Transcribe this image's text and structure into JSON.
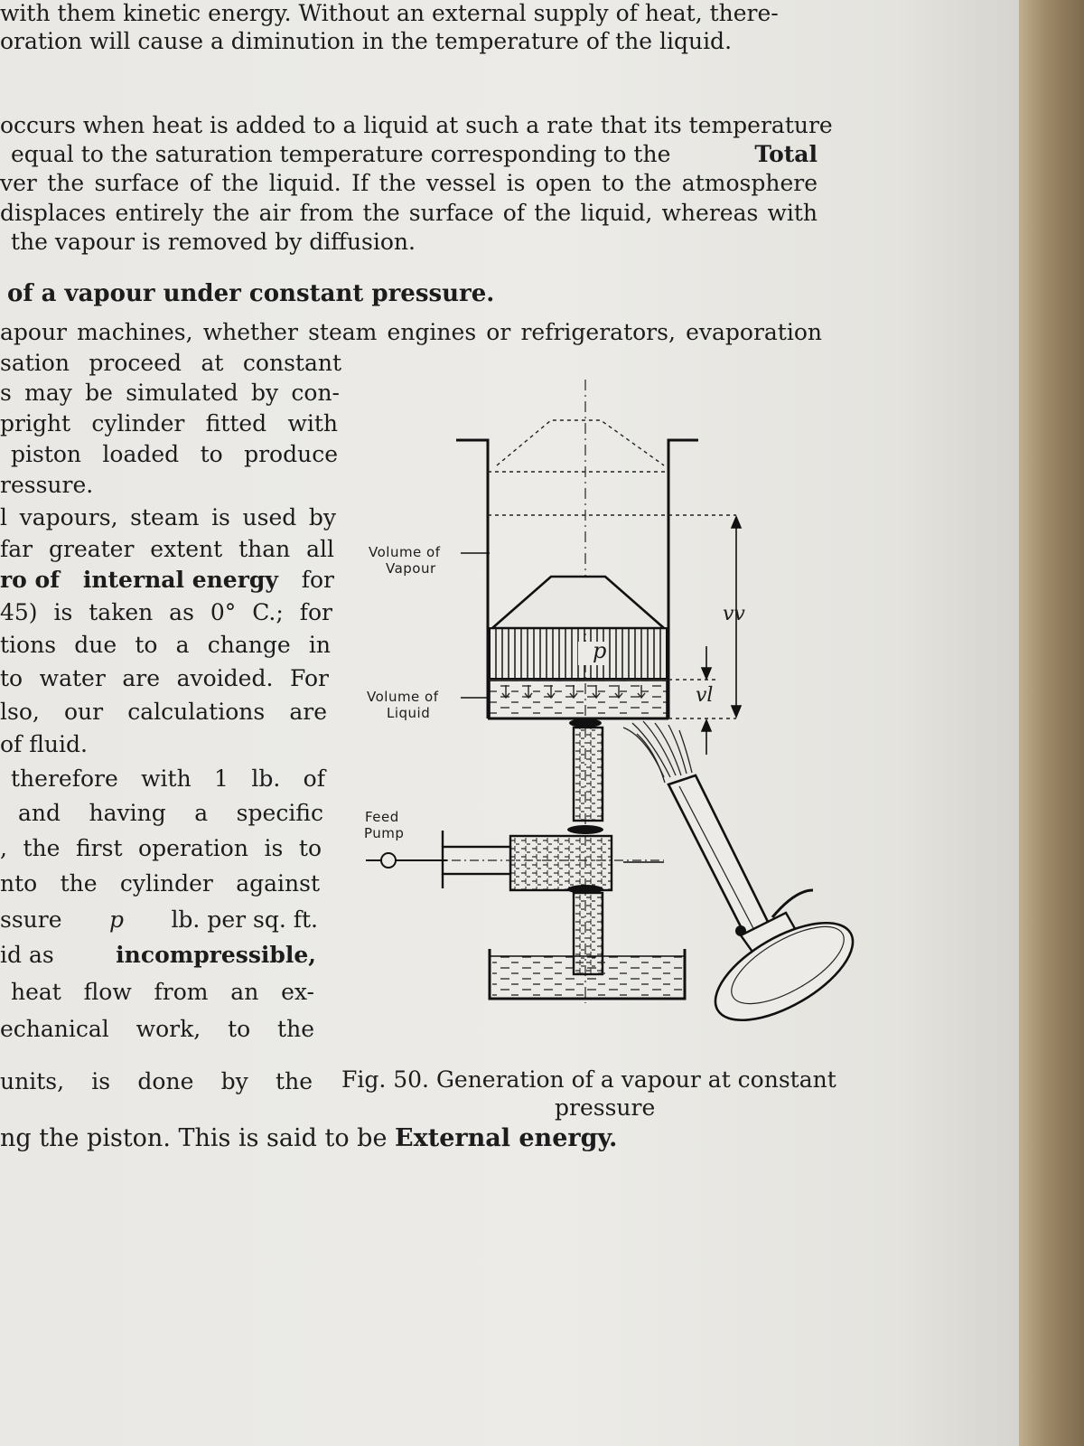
{
  "lines": {
    "l1": "with them kinetic energy.  Without an external supply of heat, there-",
    "l2": "oration will cause a diminution in the temperature of the liquid.",
    "l3": "occurs when heat is added to a liquid at such a rate that its temperature",
    "l4a": "equal to the saturation temperature corresponding to the",
    "l4b": "Total",
    "l5": "ver the surface of the liquid. If the vessel is open to the atmosphere",
    "l6": "displaces entirely the air from the surface of the liquid, whereas with",
    "l7": "the vapour is removed by diffusion.",
    "heading": "of a vapour under constant pressure.",
    "l8": "apour machines, whether steam engines or refrigerators, evaporation",
    "c1": "sation proceed at constant",
    "c2": "s may be simulated by con-",
    "c3": "pright cylinder fitted with",
    "c4": "piston loaded to produce",
    "c5": "ressure.",
    "c6": "l vapours, steam is used by",
    "c7": "far greater extent than all",
    "c8a": "ro of",
    "c8b": "internal energy",
    "c8c": "for",
    "c9": "45) is taken as 0° C.; for",
    "c10": "tions due to a change in",
    "c11": "to water are avoided. For",
    "c12": "lso, our calculations are",
    "c13": "of fluid.",
    "c14": "therefore with 1 lb. of",
    "c15": "and having a specific",
    "c16": ", the first operation is to",
    "c17": "nto the cylinder against",
    "c18a": "ssure",
    "c18b": "p",
    "c18c": "lb. per sq. ft.",
    "c19a": "id as",
    "c19b": "incompressible,",
    "c20": "heat flow from an ex-",
    "c21": "echanical work, to the",
    "c22": "units, is done by the",
    "last_a": "ng the piston. This is said to be",
    "last_b": "External energy."
  },
  "figure": {
    "label_vapour_1": "Volume of",
    "label_vapour_2": "Vapour",
    "label_liquid_1": "Volume of",
    "label_liquid_2": "Liquid",
    "label_pump_1": "Feed",
    "label_pump_2": "Pump",
    "sym_p": "p",
    "sym_vv": "vv",
    "sym_vl": "vl",
    "caption_1": "Fig. 50.  Generation of a vapour at constant",
    "caption_2": "pressure"
  }
}
